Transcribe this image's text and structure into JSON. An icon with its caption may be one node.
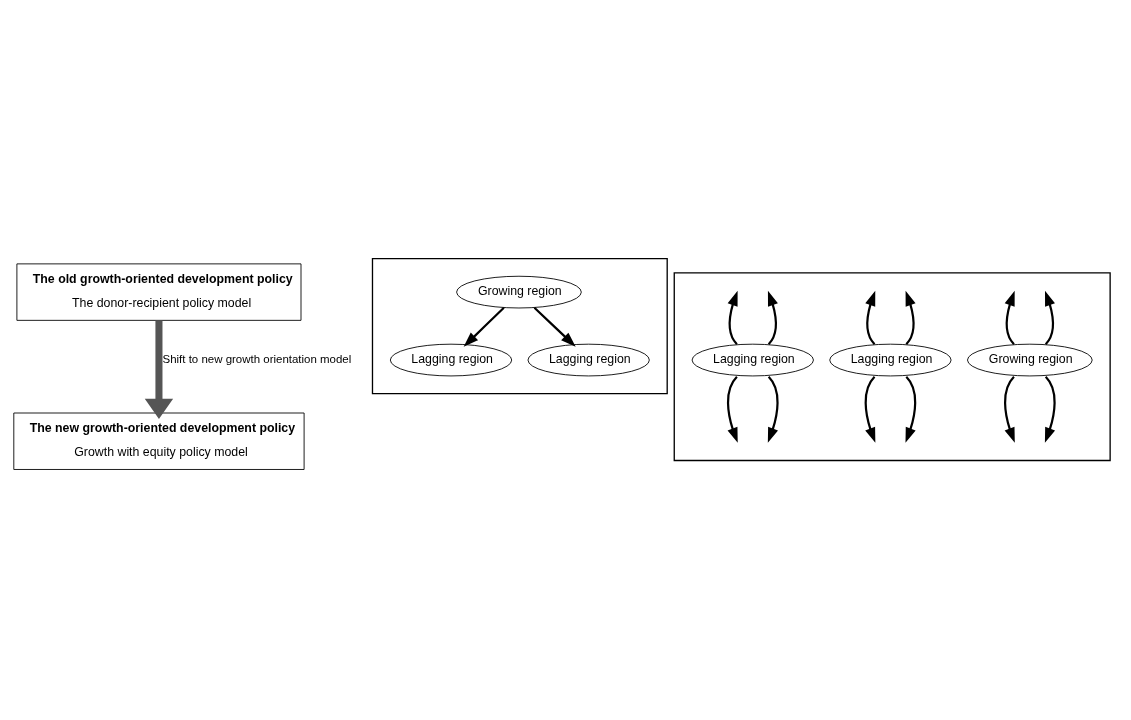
{
  "diagram": {
    "nodes": [
      {
        "text": [
          "The old growth-oriented development policy",
          "The donor-recipient policy model"
        ]
      },
      {
        "text": [
          "The new growth-oriented development policy",
          "Growth with equity policy model"
        ]
      },
      {
        "text": [],
        "shape": "box"
      },
      {
        "text": [
          "Growing region"
        ],
        "in": 2
      },
      {
        "text": [
          "Lagging region"
        ],
        "in": 2
      },
      {
        "text": [
          "Lagging region"
        ],
        "in": 2
      },
      {
        "text": [],
        "shape": "box"
      },
      {
        "text": [
          "Growing region"
        ],
        "in": 6
      },
      {
        "text": [
          "Lagging region"
        ],
        "in": 6
      },
      {
        "text": [
          "Lagging region"
        ],
        "in": 6
      }
    ],
    "edges": [
      {
        "from": 0,
        "to": 1,
        "arrow": "to",
        "label": "Shift to new growth orientation model",
        "style": "thick"
      },
      {
        "from": 3,
        "to": 4,
        "arrow": "to"
      },
      {
        "from": 3,
        "to": 5,
        "arrow": "to"
      },
      {
        "from": 7,
        "to": null,
        "arrow": "to"
      },
      {
        "from": 7,
        "to": null,
        "arrow": "to"
      },
      {
        "from": 7,
        "to": null,
        "arrow": "to"
      },
      {
        "from": 7,
        "to": null,
        "arrow": "to"
      },
      {
        "from": 8,
        "to": null,
        "arrow": "to"
      },
      {
        "from": 8,
        "to": null,
        "arrow": "to"
      },
      {
        "from": 8,
        "to": null,
        "arrow": "to"
      },
      {
        "from": 8,
        "to": null,
        "arrow": "to"
      },
      {
        "from": 9,
        "to": null,
        "arrow": "to"
      },
      {
        "from": 9,
        "to": null,
        "arrow": "to"
      },
      {
        "from": 9,
        "to": null,
        "arrow": "to"
      },
      {
        "from": 9,
        "to": null,
        "arrow": "to"
      }
    ]
  }
}
